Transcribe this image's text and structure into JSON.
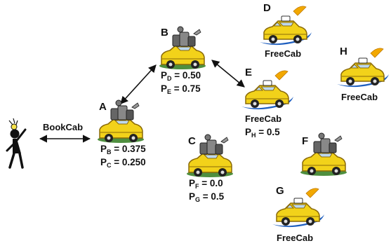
{
  "colors": {
    "cab_yellow": "#f2d21a",
    "cab_dark": "#8a6a08",
    "free_cab_blue": "#1f5fbf",
    "wreck_gray": "#555555",
    "ink": "#111111",
    "ground_green": "#4f8f3f"
  },
  "user": {
    "icon": "person-lightbulb-icon",
    "action_label": "BookCab"
  },
  "nodes": {
    "A": {
      "letter": "A",
      "icon": "busy-cab-icon",
      "probs": [
        {
          "p": "P",
          "sub": "B",
          "rest": " = 0.375"
        },
        {
          "p": "P",
          "sub": "C",
          "rest": " = 0.250"
        }
      ]
    },
    "B": {
      "letter": "B",
      "icon": "busy-cab-icon",
      "probs": [
        {
          "p": "P",
          "sub": "D",
          "rest": " = 0.50"
        },
        {
          "p": "P",
          "sub": "E",
          "rest": " = 0.75"
        }
      ]
    },
    "C": {
      "letter": "C",
      "icon": "busy-cab-icon",
      "probs": [
        {
          "p": "P",
          "sub": "F",
          "rest": " = 0.0"
        },
        {
          "p": "P",
          "sub": "G",
          "rest": " = 0.5"
        }
      ]
    },
    "D": {
      "letter": "D",
      "icon": "free-cab-icon",
      "label": "FreeCab"
    },
    "E": {
      "letter": "E",
      "icon": "free-cab-icon",
      "label": "FreeCab",
      "probs": [
        {
          "p": "P",
          "sub": "H",
          "rest": " = 0.5"
        }
      ]
    },
    "F": {
      "letter": "F",
      "icon": "busy-cab-icon"
    },
    "G": {
      "letter": "G",
      "icon": "free-cab-icon",
      "label": "FreeCab"
    },
    "H": {
      "letter": "H",
      "icon": "free-cab-icon",
      "label": "FreeCab"
    }
  },
  "edges": [
    {
      "from": "user",
      "to": "A",
      "label": "BookCab",
      "bidirectional": true
    },
    {
      "from": "A",
      "to": "B",
      "bidirectional": true
    },
    {
      "from": "B",
      "to": "E",
      "bidirectional": true
    }
  ]
}
